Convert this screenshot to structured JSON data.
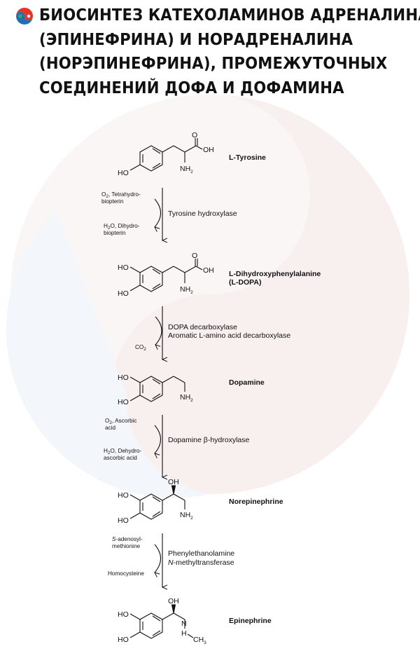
{
  "title_lines": [
    "БИОСИНТЕЗ КАТЕХОЛАМИНОВ АДРЕНАЛИНА",
    "(ЭПИНЕФРИНА) И НОРАДРЕНАЛИНА",
    "(НОРЭПИНЕФРИНА), ПРОМЕЖУТОЧНЫХ",
    "СОЕДИНЕНИЙ ДОФА И ДОФАМИНА"
  ],
  "compounds": {
    "tyrosine": "L-Tyrosine",
    "ldopa_line1": "L-Dihydroxyphenylalanine",
    "ldopa_line2": "(L-DOPA)",
    "dopamine": "Dopamine",
    "norepinephrine": "Norepinephrine",
    "epinephrine": "Epinephrine"
  },
  "atoms": {
    "ho": "HO",
    "oh": "OH",
    "o": "O",
    "nh": "NH",
    "h": "H",
    "n": "N",
    "ch": "CH",
    "sub2": "2",
    "sub3": "3"
  },
  "steps": {
    "s1": {
      "enzyme": "Tyrosine hydroxylase",
      "in_1": "O",
      "in_1_sub": "2",
      "in_1b": ", Tetrahydro-",
      "in_2": "biopterin",
      "out_1": "H",
      "out_1_sub": "2",
      "out_1b": "O, Dihydro-",
      "out_2": "biopterin"
    },
    "s2": {
      "enzyme_1": "DOPA decarboxylase",
      "enzyme_2": "Aromatic L-amino acid decarboxylase",
      "out": "CO",
      "out_sub": "2"
    },
    "s3": {
      "enzyme": "Dopamine β-hydroxylase",
      "in_1": "O",
      "in_1_sub": "2",
      "in_1b": ", Ascorbic",
      "in_2": "acid",
      "out_1": "H",
      "out_1_sub": "2",
      "out_1b": "O, Dehydro-",
      "out_2": "ascorbic acid"
    },
    "s4": {
      "enzyme_1": "Phenylethanolamine",
      "enzyme_2_italic": "N",
      "enzyme_2_rest": "-methyltransferase",
      "in_1_italic": "S",
      "in_1_rest": "-adenosyl-",
      "in_2": "methionine",
      "out": "Homocysteine"
    }
  },
  "colors": {
    "logo_red": "#e8332a",
    "logo_blue": "#1f6fb5",
    "logo_green": "#4aa84a",
    "watermark": "#f6eeee"
  }
}
